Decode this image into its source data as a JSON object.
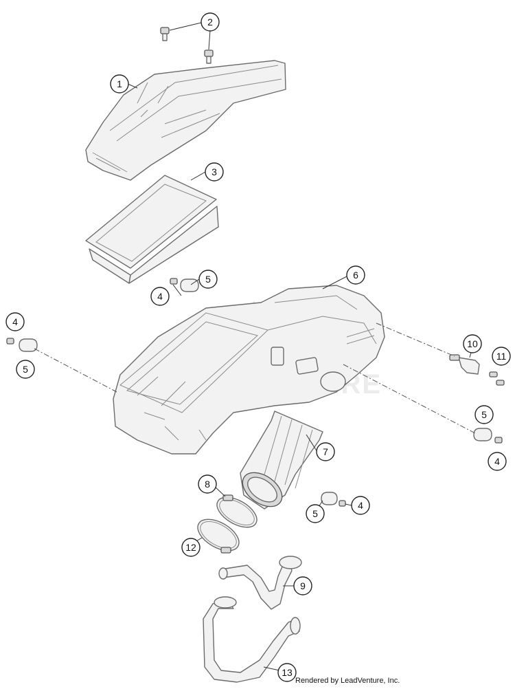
{
  "credit": "Rendered by LeadVenture, Inc.",
  "watermark_text": "LEADVENTURE",
  "callouts": [
    "1",
    "2",
    "3",
    "4",
    "5",
    "6",
    "7",
    "8",
    "9",
    "10",
    "11",
    "12",
    "13"
  ]
}
